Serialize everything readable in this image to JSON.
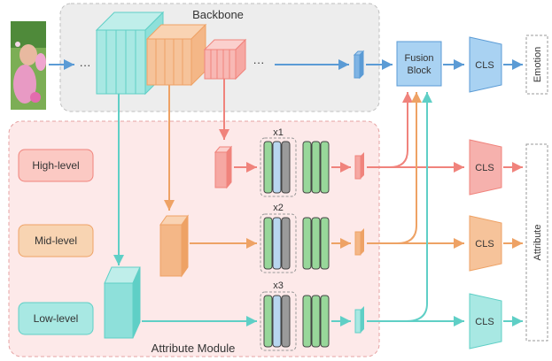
{
  "backbone": {
    "title": "Backbone"
  },
  "attribute_module": {
    "title": "Attribute Module"
  },
  "levels": {
    "high": "High-level",
    "mid": "Mid-level",
    "low": "Low-level"
  },
  "repeats": {
    "x1": "x1",
    "x2": "x2",
    "x3": "x3"
  },
  "fusion": {
    "line1": "Fusion",
    "line2": "Block"
  },
  "cls": {
    "label": "CLS"
  },
  "outputs": {
    "emotion": "Emotion",
    "attribute": "Attribute"
  },
  "ellipsis": "···",
  "colors": {
    "teal": "#6fd3cc",
    "orange": "#f2b27a",
    "salmon": "#f28a84",
    "blue": "#6aa7dd",
    "green": "#98d79a",
    "lightblue": "#b8d6ef",
    "grey": "#9a9a9a",
    "pink_bg": "#fde8e8",
    "grey_bg": "#ececec"
  }
}
